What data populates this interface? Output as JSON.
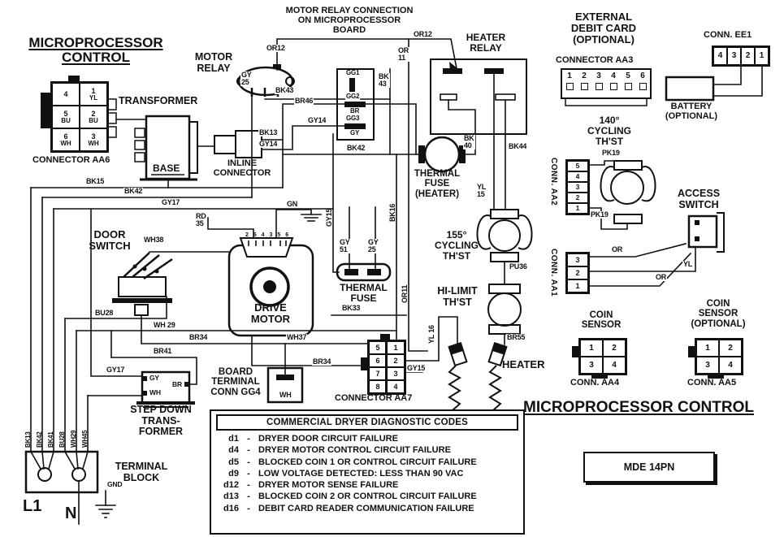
{
  "colors": {
    "ink": "#111111",
    "paper": "#ffffff"
  },
  "titles": {
    "top_left": "MICROPROCESSOR\nCONTROL",
    "bottom_right": "MICROPROCESSOR CONTROL",
    "motor_relay_board": "MOTOR RELAY CONNECTION\nON MICROPROCESSOR\nBOARD",
    "model_number": "MDE 14PN"
  },
  "labels": {
    "motor_relay": "MOTOR\nRELAY",
    "heater_relay": "HEATER\nRELAY",
    "transformer": "TRANSFORMER",
    "base": "BASE",
    "inline_connector": "INLINE\nCONNECTOR",
    "external_debit": "EXTERNAL\nDEBIT CARD\n(OPTIONAL)",
    "battery": "BATTERY\n(OPTIONAL)",
    "cycling_140": "140°\nCYCLING\nTH'ST",
    "cycling_155": "155°\nCYCLING\nTH'ST",
    "hi_limit": "HI-LIMIT\nTH'ST",
    "access_switch": "ACCESS\nSWITCH",
    "thermal_fuse_heater": "THERMAL\nFUSE\n(HEATER)",
    "thermal_fuse": "THERMAL\nFUSE",
    "heater": "HEATER",
    "coin_sensor": "COIN\nSENSOR",
    "coin_sensor_optional": "COIN\nSENSOR\n(OPTIONAL)",
    "door_switch": "DOOR\nSWITCH",
    "drive_motor": "DRIVE\nMOTOR",
    "board_terminal": "BOARD\nTERMINAL\nCONN GG4",
    "step_down": "STEP DOWN\nTRANS-\nFORMER",
    "terminal_block": "TERMINAL\nBLOCK"
  },
  "wires": [
    "OR12",
    "GY\n25",
    "BK43",
    "BR46",
    "GY14",
    "BK13",
    "GY14",
    "BK\n43",
    "OR12",
    "OR\n11",
    "BK42",
    "BK\n40",
    "BK44",
    "YL\n15",
    "PU36",
    "BR55",
    "YL 16",
    "OR11",
    "BK16",
    "GY15",
    "GY15",
    "GY\n51",
    "GY\n25",
    "BK33",
    "GN",
    "RD\n35",
    "WH38",
    "BU28",
    "WH 29",
    "BR34",
    "WH37",
    "BR34",
    "BR41",
    "GY17",
    "BK15",
    "BK42",
    "GY17",
    "BK13",
    "BK42",
    "BK41",
    "BU28",
    "WH29",
    "WH45",
    "PK19",
    "PK19",
    "OR",
    "YL",
    "OR",
    "GG1",
    "GG2",
    "BR",
    "GG3",
    "GY",
    "GY",
    "BR",
    "WH",
    "WH",
    "2 6 4 3 5 6",
    "GND",
    "L1",
    "N"
  ],
  "connectors": {
    "aa6": {
      "title": "CONNECTOR AA6",
      "cells": [
        {
          "n": "4",
          "c": ""
        },
        {
          "n": "1",
          "c": "YL"
        },
        {
          "n": "5",
          "c": "BU"
        },
        {
          "n": "2",
          "c": "BU"
        },
        {
          "n": "6",
          "c": "WH"
        },
        {
          "n": "3",
          "c": "WH"
        }
      ]
    },
    "aa3": {
      "title": "CONNECTOR AA3",
      "pins": [
        "1",
        "2",
        "3",
        "4",
        "5",
        "6"
      ]
    },
    "ee1": {
      "title": "CONN. EE1",
      "pins": [
        "4",
        "3",
        "2",
        "1"
      ]
    },
    "aa2": {
      "title": "CONN. AA2",
      "pins": [
        "5",
        "4",
        "3",
        "2",
        "1"
      ]
    },
    "aa1": {
      "title": "CONN. AA1",
      "pins": [
        "3",
        "2",
        "1"
      ]
    },
    "aa7": {
      "title": "CONNECTOR AA7",
      "left": [
        "5",
        "6",
        "7",
        "8"
      ],
      "right": [
        "1",
        "2",
        "3",
        "4"
      ]
    },
    "aa4": {
      "title": "CONN. AA4",
      "pins": [
        "1",
        "2",
        "3",
        "4"
      ]
    },
    "aa5": {
      "title": "CONN. AA5",
      "pins": [
        "1",
        "2",
        "3",
        "4"
      ]
    }
  },
  "diagnostics": {
    "title": "COMMERCIAL DRYER DIAGNOSTIC CODES",
    "rows": [
      {
        "code": "d1",
        "desc": "DRYER DOOR CIRCUIT FAILURE"
      },
      {
        "code": "d4",
        "desc": "DRYER MOTOR CONTROL CIRCUIT FAILURE"
      },
      {
        "code": "d5",
        "desc": "BLOCKED COIN 1 OR CONTROL CIRCUIT FAILURE"
      },
      {
        "code": "d9",
        "desc": "LOW VOLTAGE DETECTED: LESS THAN 90 VAC"
      },
      {
        "code": "d12",
        "desc": "DRYER MOTOR SENSE FAILURE"
      },
      {
        "code": "d13",
        "desc": "BLOCKED COIN 2 OR CONTROL CIRCUIT FAILURE"
      },
      {
        "code": "d16",
        "desc": "DEBIT CARD READER COMMUNICATION FAILURE"
      }
    ]
  }
}
